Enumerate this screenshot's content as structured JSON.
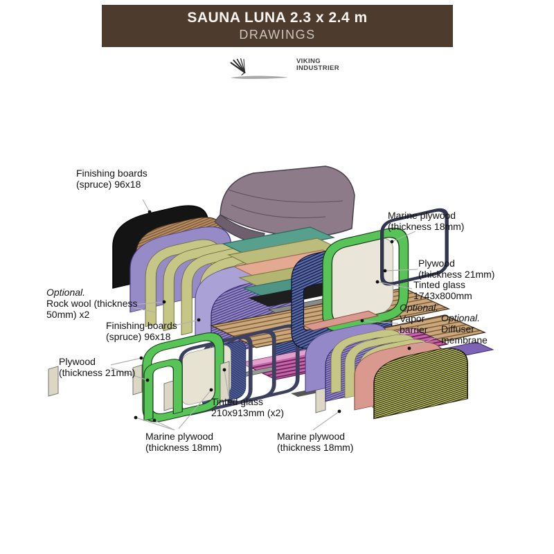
{
  "header": {
    "title": "SAUNA LUNA 2.3 x 2.4 m",
    "subtitle": "DRAWINGS",
    "bg_color": "#4d3b2d"
  },
  "logo": {
    "line1": "VIKING",
    "line2": "INDUSTRIER"
  },
  "labels": {
    "finishing_boards_top": {
      "text": "Finishing boards\n(spruce) 96x18"
    },
    "marine_plywood_right": {
      "text": "Marine plywood\n(thickness 18mm)"
    },
    "plywood_right": {
      "text": "Plywood\n(thickness 21mm)"
    },
    "tinted_glass_right": {
      "text": "Tinted glass\n1743x800mm"
    },
    "vapor_barrier": {
      "optional": "Optional.",
      "text": "Vapor\nbarrier"
    },
    "diffuser_membrane": {
      "optional": "Optional.",
      "text": "Diffuser\nmembrane"
    },
    "rock_wool": {
      "optional": "Optional.",
      "text": "Rock wool (thickness\n50mm) x2"
    },
    "finishing_boards_left": {
      "text": "Finishing boards\n(spruce) 96x18"
    },
    "plywood_left": {
      "text": "Plywood\n(thickness 21mm)"
    },
    "tinted_glass_bottom": {
      "text": "Tinted glass\n210x913mm (x2)"
    },
    "marine_plywood_bottom_left": {
      "text": "Marine plywood\n(thickness 18mm)"
    },
    "marine_plywood_bottom_right": {
      "text": "Marine plywood\n(thickness 18mm)"
    }
  },
  "colors": {
    "header_brown": "#4d3b2d",
    "frame_green": "#58c458",
    "panel_purple": "#978bc7",
    "panel_lavender": "#aaa1d6",
    "rib_khaki": "#c6c687",
    "roof_mauve": "#8d7b89",
    "sheet_teal": "#57a08d",
    "sheet_salmon": "#e3aa91",
    "wall_blue": "#5e6ea8",
    "shell_yellow": "#c3c75e",
    "floor_magenta": "#c565ab",
    "glass_cream": "#e9e5d8",
    "shell_black": "#141414"
  }
}
